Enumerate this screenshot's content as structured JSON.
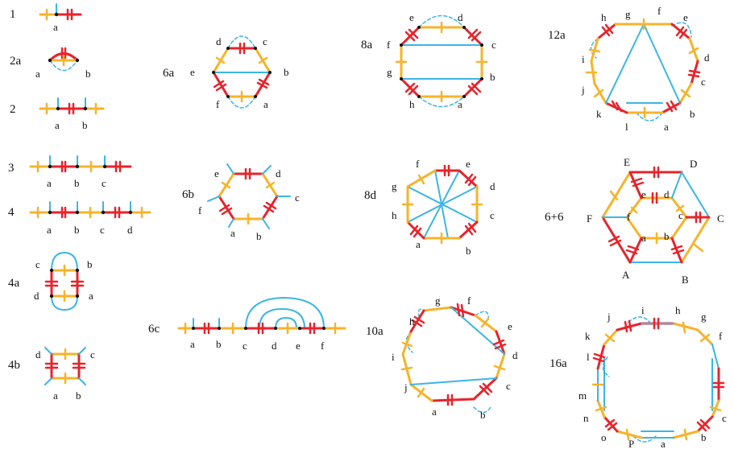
{
  "diagrams": [
    {
      "id": "1",
      "title": "1",
      "labels": [
        "a"
      ]
    },
    {
      "id": "2a",
      "title": "2a",
      "labels": [
        "a",
        "b"
      ]
    },
    {
      "id": "2",
      "title": "2",
      "labels": [
        "a",
        "b"
      ]
    },
    {
      "id": "3",
      "title": "3",
      "labels": [
        "a",
        "b",
        "c"
      ]
    },
    {
      "id": "4",
      "title": "4",
      "labels": [
        "a",
        "b",
        "c",
        "d"
      ]
    },
    {
      "id": "4a",
      "title": "4a",
      "labels": [
        "c",
        "b",
        "d",
        "a"
      ]
    },
    {
      "id": "4b",
      "title": "4b",
      "labels": [
        "d",
        "c",
        "a",
        "b"
      ]
    },
    {
      "id": "6a",
      "title": "6a",
      "labels": [
        "d",
        "c",
        "e",
        "b",
        "f",
        "a"
      ]
    },
    {
      "id": "6b",
      "title": "6b",
      "labels": [
        "e",
        "d",
        "c",
        "f",
        "a",
        "b"
      ]
    },
    {
      "id": "6c",
      "title": "6c",
      "labels": [
        "a",
        "b",
        "c",
        "d",
        "e",
        "f"
      ]
    },
    {
      "id": "8a",
      "title": "8a",
      "labels": [
        "e",
        "d",
        "f",
        "c",
        "g",
        "b",
        "h",
        "a"
      ]
    },
    {
      "id": "8d",
      "title": "8d",
      "labels": [
        "f",
        "e",
        "g",
        "d",
        "h",
        "c",
        "a",
        "b"
      ]
    },
    {
      "id": "10a",
      "title": "10a",
      "labels": [
        "g",
        "f",
        "h",
        "e",
        "i",
        "d",
        "j",
        "c",
        "a",
        "b"
      ]
    },
    {
      "id": "12a",
      "title": "12a",
      "labels": [
        "h",
        "g",
        "f",
        "e",
        "i",
        "d",
        "j",
        "c",
        "k",
        "b",
        "l",
        "a"
      ]
    },
    {
      "id": "6+6",
      "title": "6+6",
      "labels": [
        "E",
        "D",
        "F",
        "C",
        "A",
        "B",
        "e",
        "d",
        "f",
        "c",
        "a",
        "b"
      ]
    },
    {
      "id": "16a",
      "title": "16a",
      "labels": [
        "j",
        "i",
        "h",
        "g",
        "k",
        "f",
        "l",
        "m",
        "n",
        "c",
        "o",
        "b",
        "P",
        "a"
      ]
    }
  ],
  "colors": {
    "red": "#e8232b",
    "yellow": "#f7b32b",
    "blue": "#3ab5e6",
    "black": "#111111"
  }
}
